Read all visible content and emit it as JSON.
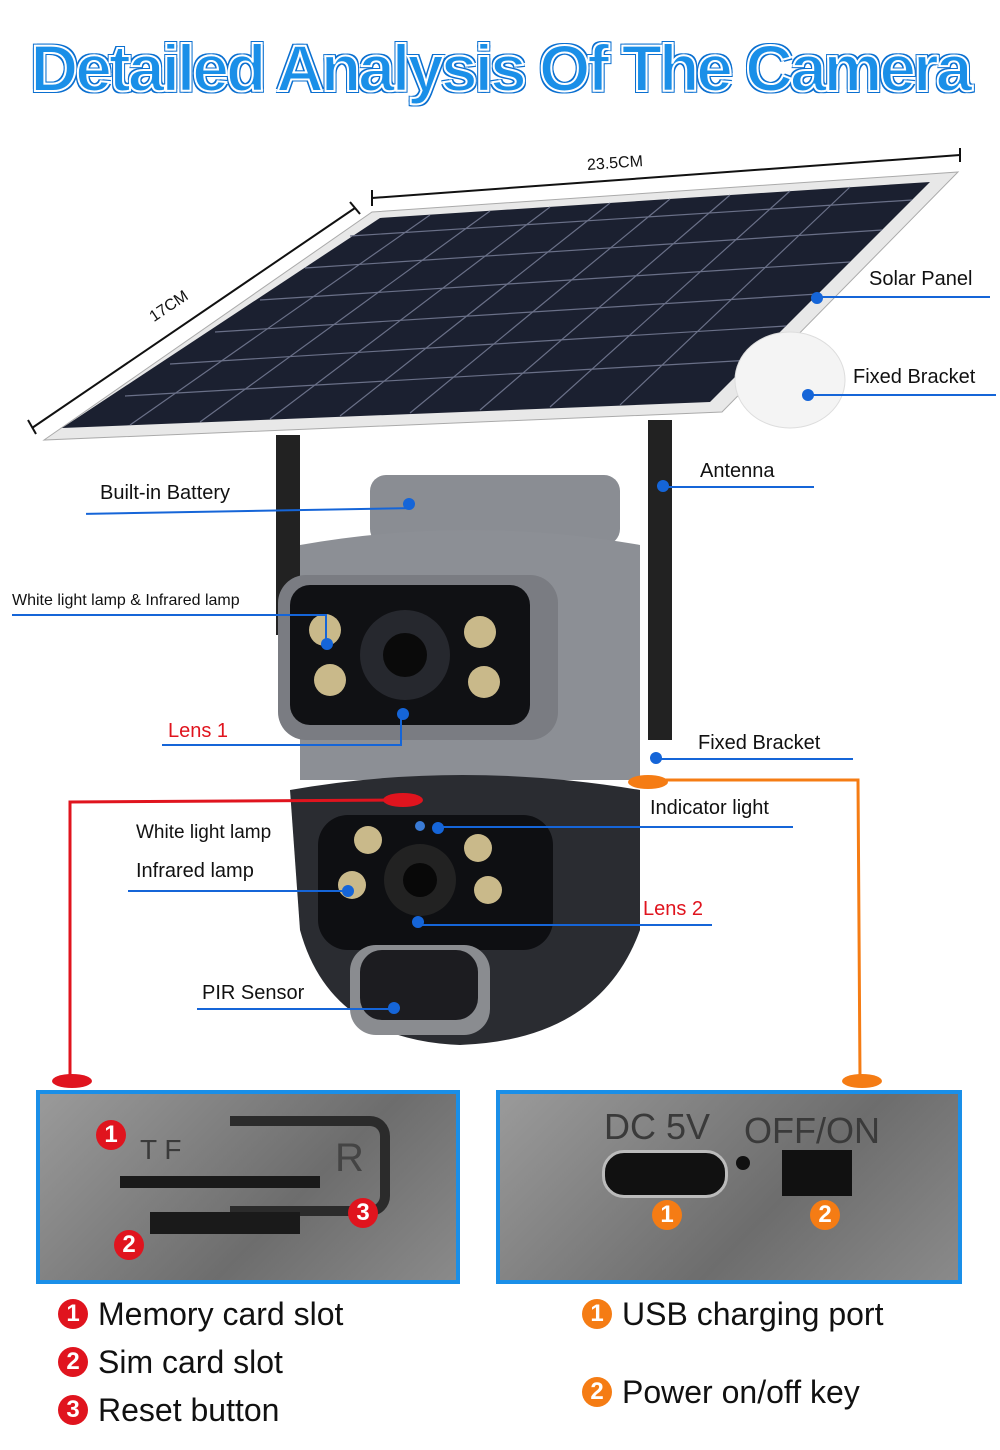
{
  "title": "Detailed Analysis Of The Camera",
  "dimensions": {
    "width": "23.5CM",
    "depth": "17CM"
  },
  "labels": {
    "solar_panel": "Solar Panel",
    "fixed_bracket_top": "Fixed Bracket",
    "antenna": "Antenna",
    "battery": "Built-in Battery",
    "white_ir_lamp": "White light lamp & Infrared lamp",
    "lens1": "Lens 1",
    "fixed_bracket_mid": "Fixed Bracket",
    "indicator": "Indicator light",
    "white_lamp": "White light lamp",
    "ir_lamp": "Infrared lamp",
    "lens2": "Lens 2",
    "pir": "PIR Sensor"
  },
  "left_inset": {
    "text_tf": "T F",
    "text_r": "R",
    "markers": [
      "1",
      "2",
      "3"
    ]
  },
  "right_inset": {
    "text_dc": "DC 5V",
    "text_switch": "OFF/ON",
    "markers": [
      "1",
      "2"
    ]
  },
  "legend_left": [
    {
      "n": "1",
      "label": "Memory card slot"
    },
    {
      "n": "2",
      "label": "Sim card slot"
    },
    {
      "n": "3",
      "label": "Reset button"
    }
  ],
  "legend_right": [
    {
      "n": "1",
      "label": "USB charging port"
    },
    {
      "n": "2",
      "label": "Power on/off key"
    }
  ],
  "colors": {
    "accent": "#1a8fe8",
    "line": "#1565d8",
    "red": "#e0141e",
    "orange": "#f57c14"
  }
}
